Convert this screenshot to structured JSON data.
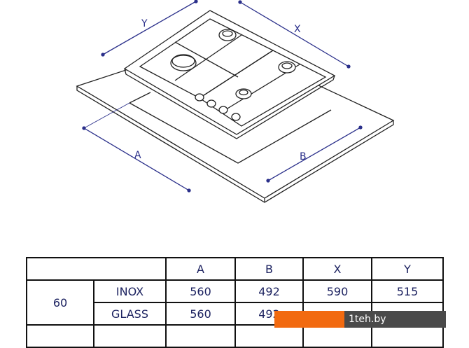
{
  "diagram": {
    "dimension_labels": {
      "y": "Y",
      "x": "X",
      "a": "A",
      "b": "B"
    },
    "line_color": "#2a2f8a"
  },
  "table": {
    "headers": [
      "",
      "A",
      "B",
      "X",
      "Y"
    ],
    "group_label": "60",
    "rows": [
      {
        "type": "INOX",
        "a": "560",
        "b": "492",
        "x": "590",
        "y": "515"
      },
      {
        "type": "GLASS",
        "a": "560",
        "b": "492"
      }
    ]
  },
  "watermark": {
    "text": "1teh.by",
    "orange": "#f26a10"
  }
}
